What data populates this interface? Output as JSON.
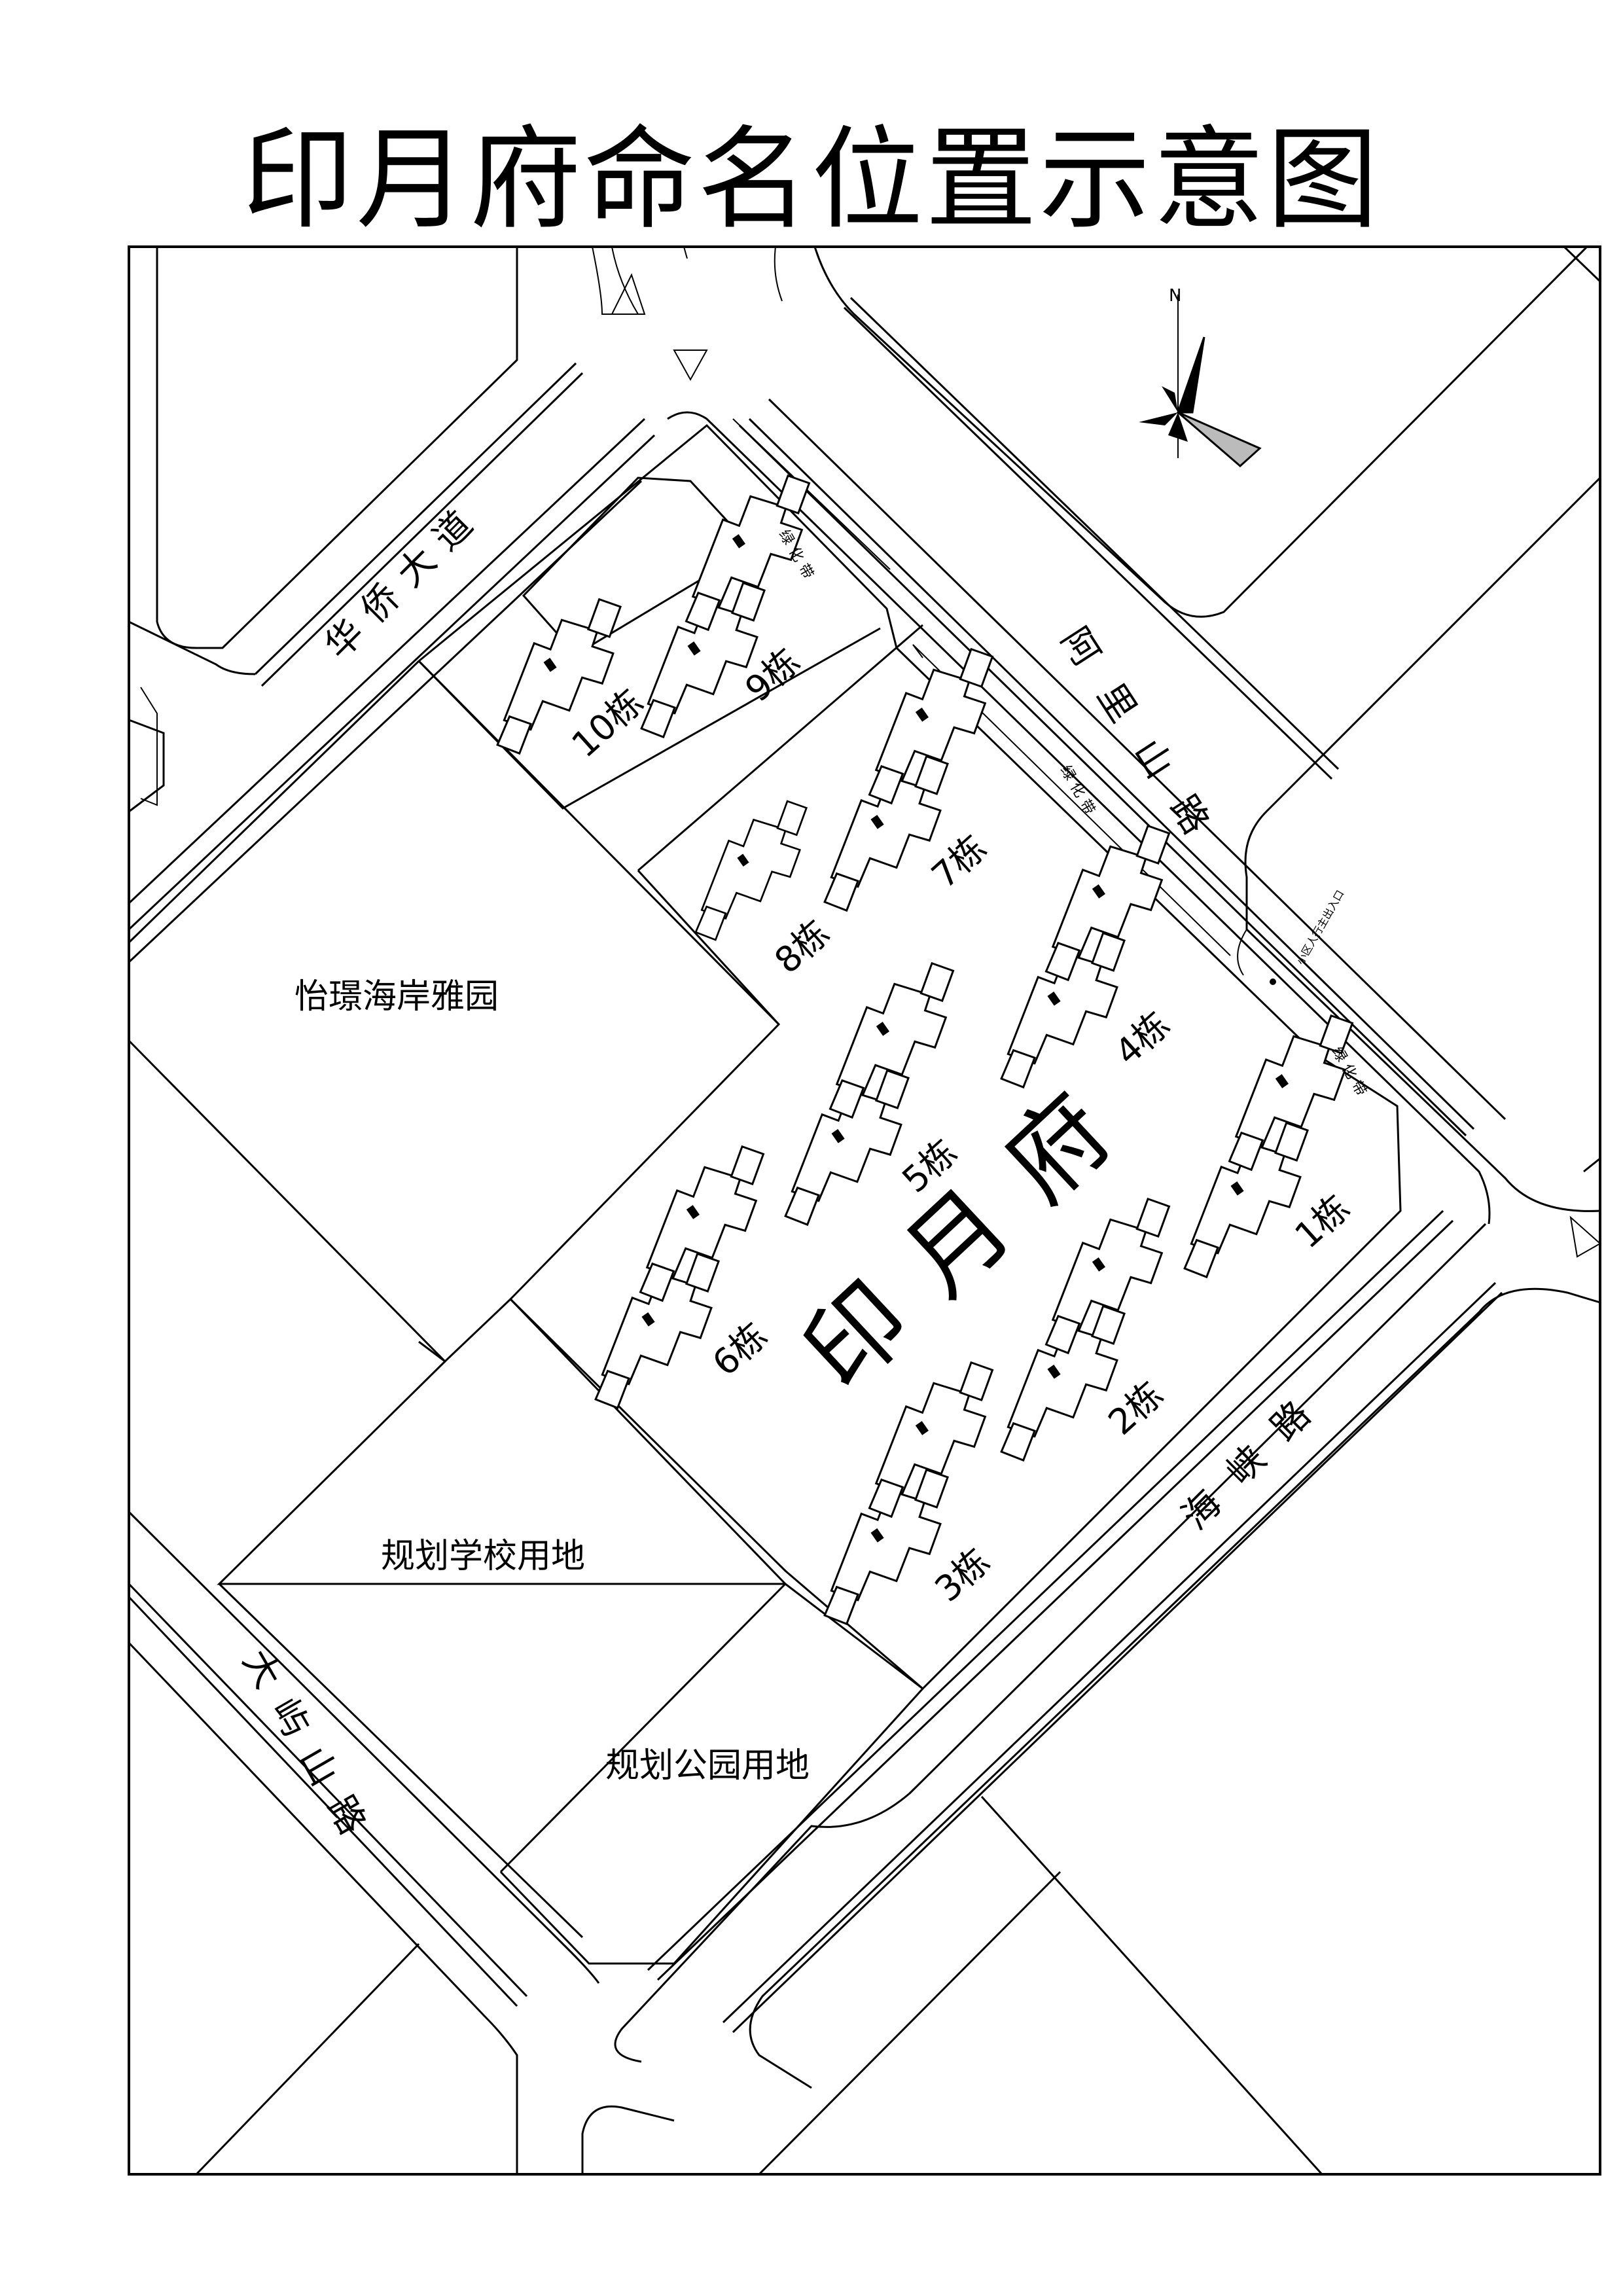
{
  "title": "印月府命名位置示意图",
  "compass": {
    "north_label": "N"
  },
  "roads": {
    "huaqiao": "华侨大道",
    "alishan": "阿里山路",
    "haixia": "海峡路",
    "dayu": "大屿山路"
  },
  "greenbelt": "绿化带",
  "entrance": "小区人行主出入口",
  "project_name": "印月府",
  "parcels": {
    "yihuan": "怡璟海岸雅园",
    "school": "规划学校用地",
    "park": "规划公园用地"
  },
  "buildings": [
    {
      "id": "1",
      "label": "1栋"
    },
    {
      "id": "2",
      "label": "2栋"
    },
    {
      "id": "3",
      "label": "3栋"
    },
    {
      "id": "4",
      "label": "4栋"
    },
    {
      "id": "5",
      "label": "5栋"
    },
    {
      "id": "6",
      "label": "6栋"
    },
    {
      "id": "7",
      "label": "7栋"
    },
    {
      "id": "8",
      "label": "8栋"
    },
    {
      "id": "9",
      "label": "9栋"
    },
    {
      "id": "10",
      "label": "10栋"
    }
  ]
}
